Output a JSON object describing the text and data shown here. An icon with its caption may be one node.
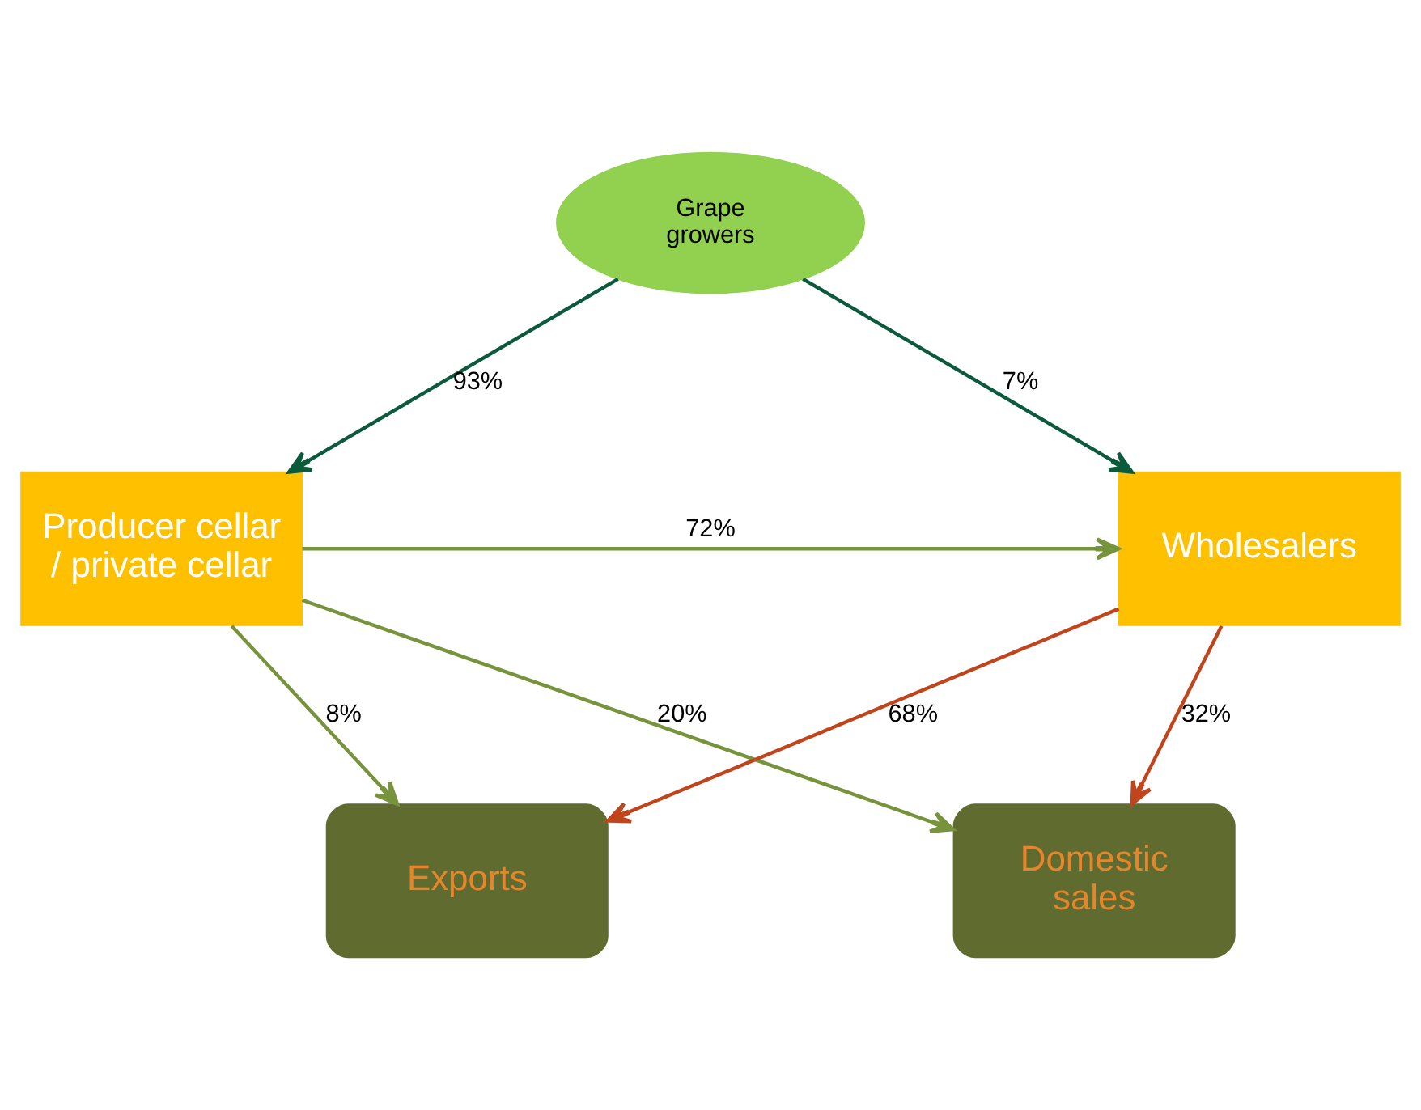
{
  "diagram": {
    "nodes": [
      {
        "text": [
          "Grape growers"
        ]
      },
      {
        "text": [
          "Producer cellar / private cellar"
        ]
      },
      {
        "text": [
          "Wholesalers"
        ]
      },
      {
        "text": [
          "Exports"
        ]
      },
      {
        "text": [
          "Domestic sales"
        ]
      }
    ],
    "edges": [
      {
        "from": 0,
        "to": 1,
        "arrow": "to",
        "label": "93%",
        "color": "#0b5a3c"
      },
      {
        "from": 0,
        "to": 2,
        "arrow": "to",
        "label": "7%",
        "color": "#0b5a3c"
      },
      {
        "from": 1,
        "to": 2,
        "arrow": "to",
        "label": "72%"
      },
      {
        "from": 1,
        "to": 3,
        "arrow": "to",
        "label": "8%"
      },
      {
        "from": 1,
        "to": 4,
        "arrow": "to",
        "label": "20%"
      },
      {
        "from": 2,
        "to": 3,
        "arrow": "to",
        "label": "68%",
        "color": "#c0441c"
      },
      {
        "from": 2,
        "to": 4,
        "arrow": "to",
        "label": "32%",
        "color": "#c0441c"
      }
    ]
  }
}
